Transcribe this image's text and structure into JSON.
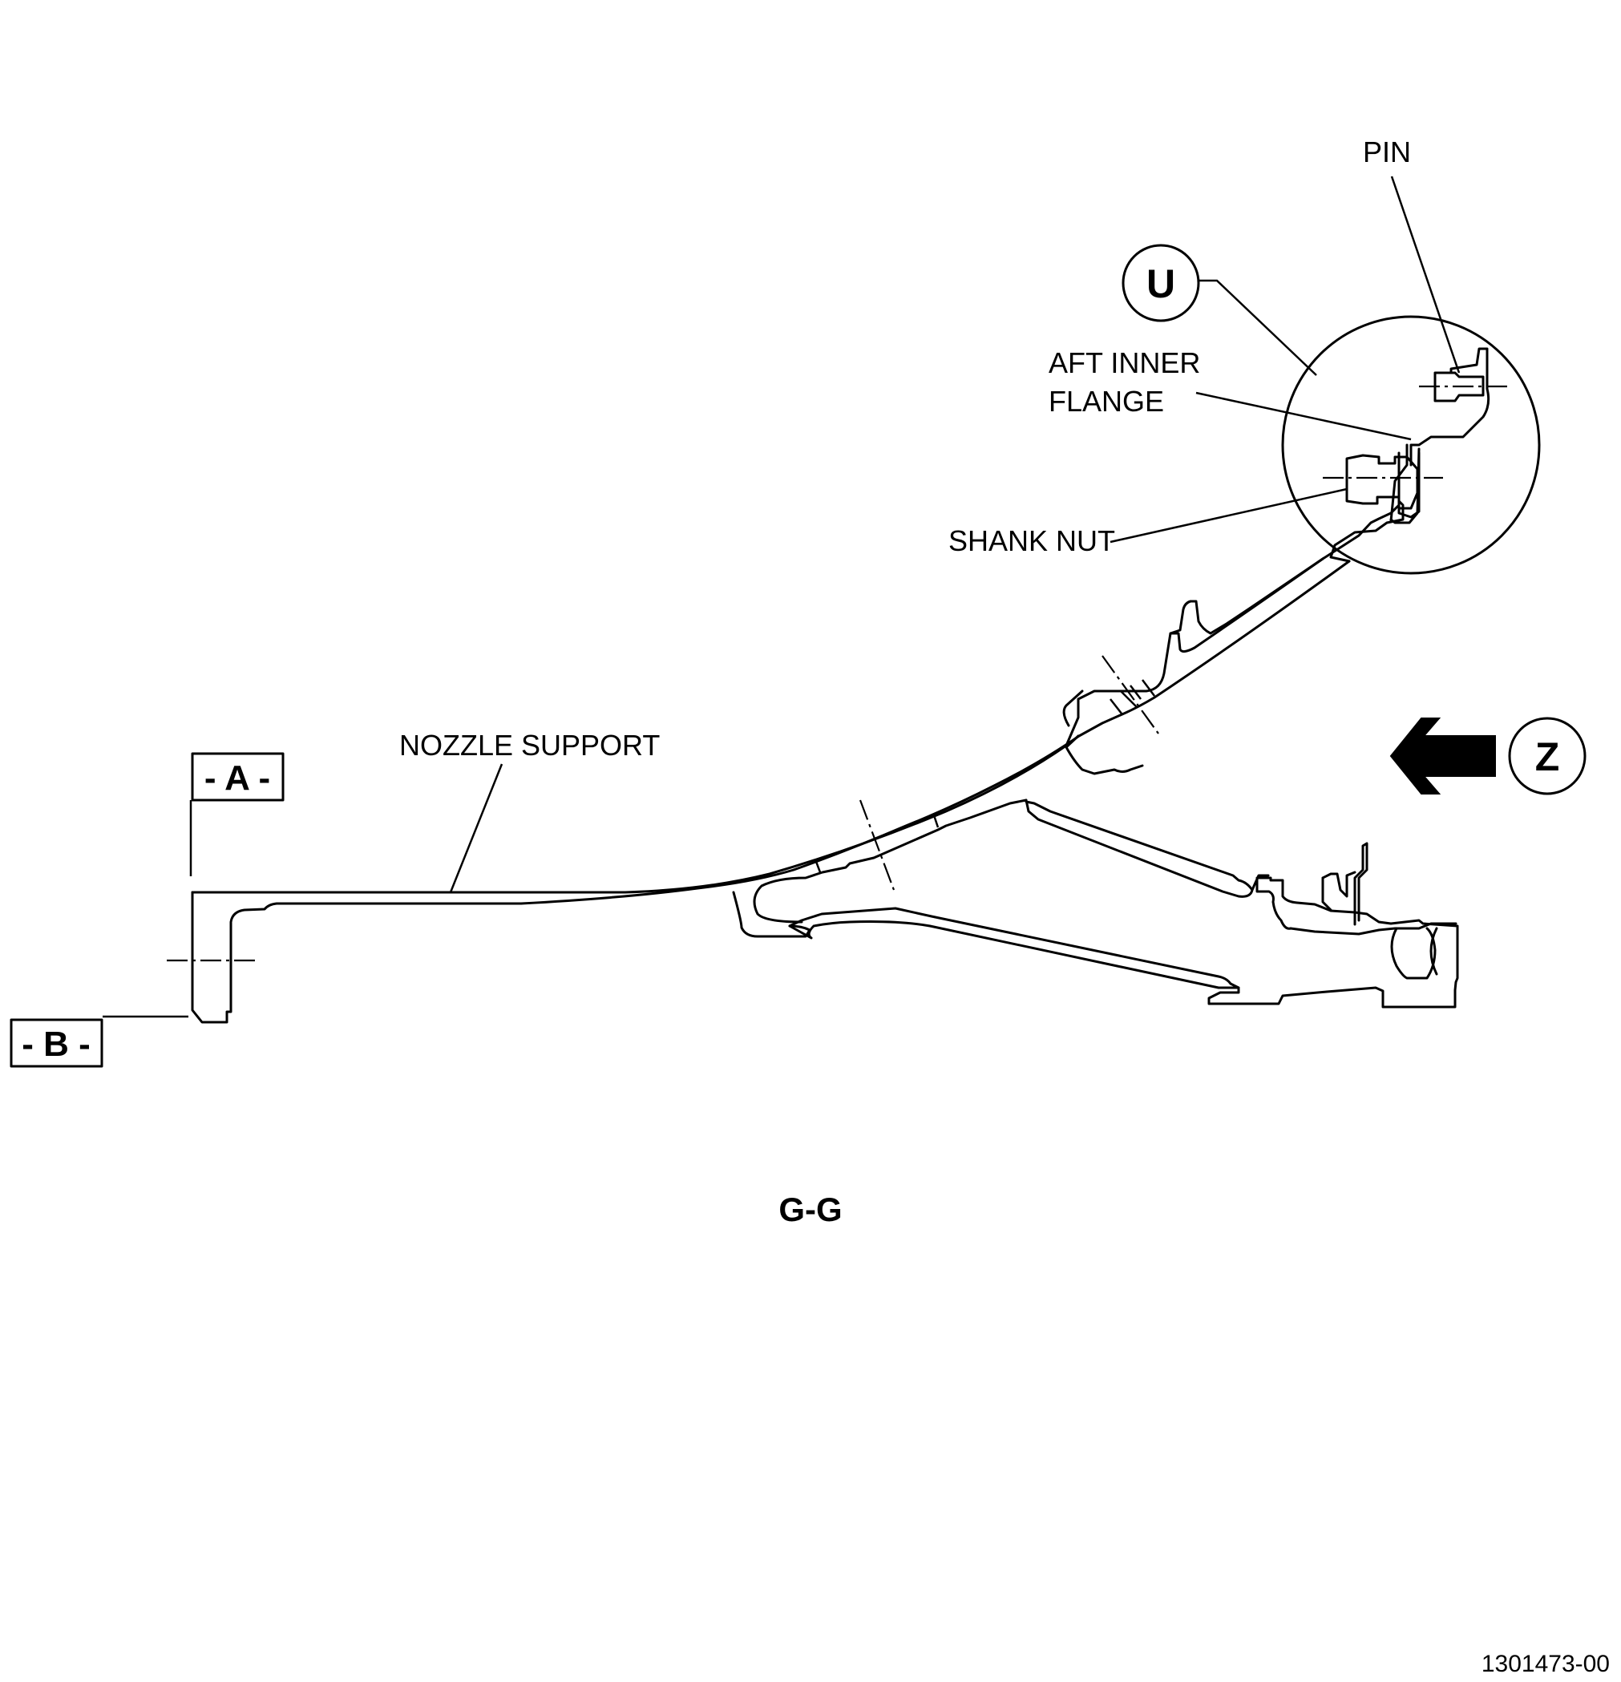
{
  "callouts": {
    "pin": "PIN",
    "aft_inner_flange_line1": "AFT INNER",
    "aft_inner_flange_line2": "FLANGE",
    "shank_nut": "SHANK NUT",
    "nozzle_support": "NOZZLE SUPPORT"
  },
  "detail_bubbles": {
    "u": "U",
    "z": "Z"
  },
  "datums": {
    "a": "- A -",
    "b": "- B -"
  },
  "section_label": "G-G",
  "drawing_number": "1301473-00"
}
